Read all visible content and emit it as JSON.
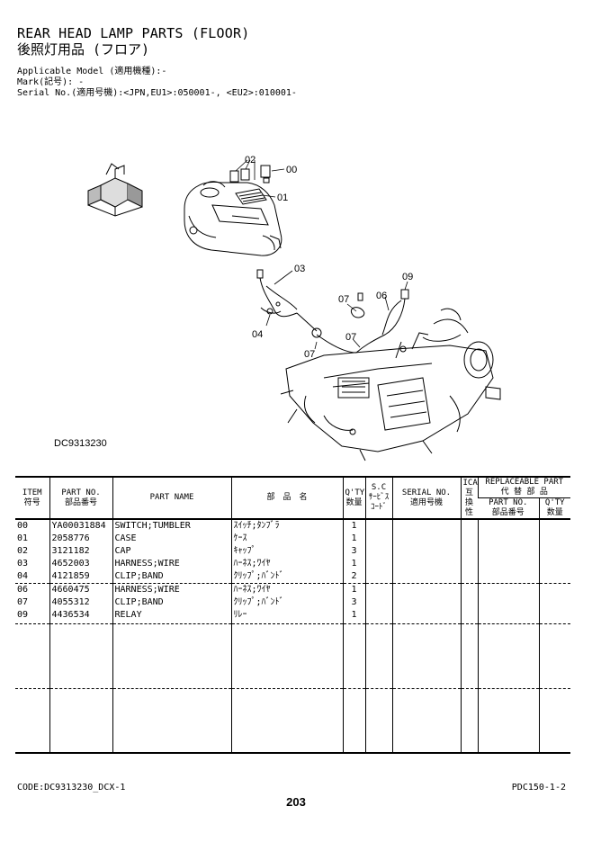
{
  "header": {
    "title": "REAR HEAD LAMP PARTS (FLOOR)",
    "subtitle": "後照灯用品 (フロア)",
    "applicable_model": "Applicable Model (適用機種):-",
    "mark": "Mark(記号): -",
    "serial": "Serial No.(適用号機):<JPN,EU1>:050001-, <EU2>:010001-"
  },
  "diagram": {
    "code": "DC9313230",
    "callouts": [
      "00",
      "01",
      "02",
      "03",
      "04",
      "06",
      "07",
      "07",
      "07",
      "09"
    ]
  },
  "table": {
    "headers": {
      "item": "ITEM",
      "item_jp": "符号",
      "part_no": "PART NO.",
      "part_no_jp": "部品番号",
      "part_name": "PART NAME",
      "part_name_jp": "部　品　名",
      "qty": "Q'TY",
      "qty_jp": "数量",
      "sc": "S.C",
      "sc_jp1": "ｻｰﾋﾞｽ",
      "sc_jp2": "ｺｰﾄﾞ",
      "serial": "SERIAL NO.",
      "serial_jp": "適用号機",
      "ica": "ICA",
      "ica_jp1": "互",
      "ica_jp2": "換",
      "ica_jp3": "性",
      "repl": "REPLACEABLE PART",
      "repl_jp": "代 替 部 品",
      "repl_part_no": "PART NO.",
      "repl_part_no_jp": "部品番号",
      "repl_qty": "Q'TY",
      "repl_qty_jp": "数量"
    },
    "rows": [
      {
        "item": "00",
        "part_no": "YA00031884",
        "name": "SWITCH;TUMBLER",
        "name_jp": "ｽｲｯﾁ;ﾀﾝﾌﾞﾗ",
        "qty": "1"
      },
      {
        "item": "01",
        "part_no": "2058776",
        "name": "CASE",
        "name_jp": "ｹｰｽ",
        "qty": "1"
      },
      {
        "item": "02",
        "part_no": "3121182",
        "name": "CAP",
        "name_jp": "ｷｬｯﾌﾟ",
        "qty": "3"
      },
      {
        "item": "03",
        "part_no": "4652003",
        "name": "HARNESS;WIRE",
        "name_jp": "ﾊｰﾈｽ;ﾜｲﾔ",
        "qty": "1"
      },
      {
        "item": "04",
        "part_no": "4121859",
        "name": "CLIP;BAND",
        "name_jp": "ｸﾘｯﾌﾟ;ﾊﾞﾝﾄﾞ",
        "qty": "2"
      },
      {
        "item": "06",
        "part_no": "4660475",
        "name": "HARNESS;WIRE",
        "name_jp": "ﾊｰﾈｽ;ﾜｲﾔ",
        "qty": "1"
      },
      {
        "item": "07",
        "part_no": "4055312",
        "name": "CLIP;BAND",
        "name_jp": "ｸﾘｯﾌﾟ;ﾊﾞﾝﾄﾞ",
        "qty": "3"
      },
      {
        "item": "09",
        "part_no": "4436534",
        "name": "RELAY",
        "name_jp": "ﾘﾚｰ",
        "qty": "1"
      }
    ]
  },
  "footer": {
    "code": "CODE:DC9313230_DCX-1",
    "page": "203",
    "ref": "PDC150-1-2"
  }
}
